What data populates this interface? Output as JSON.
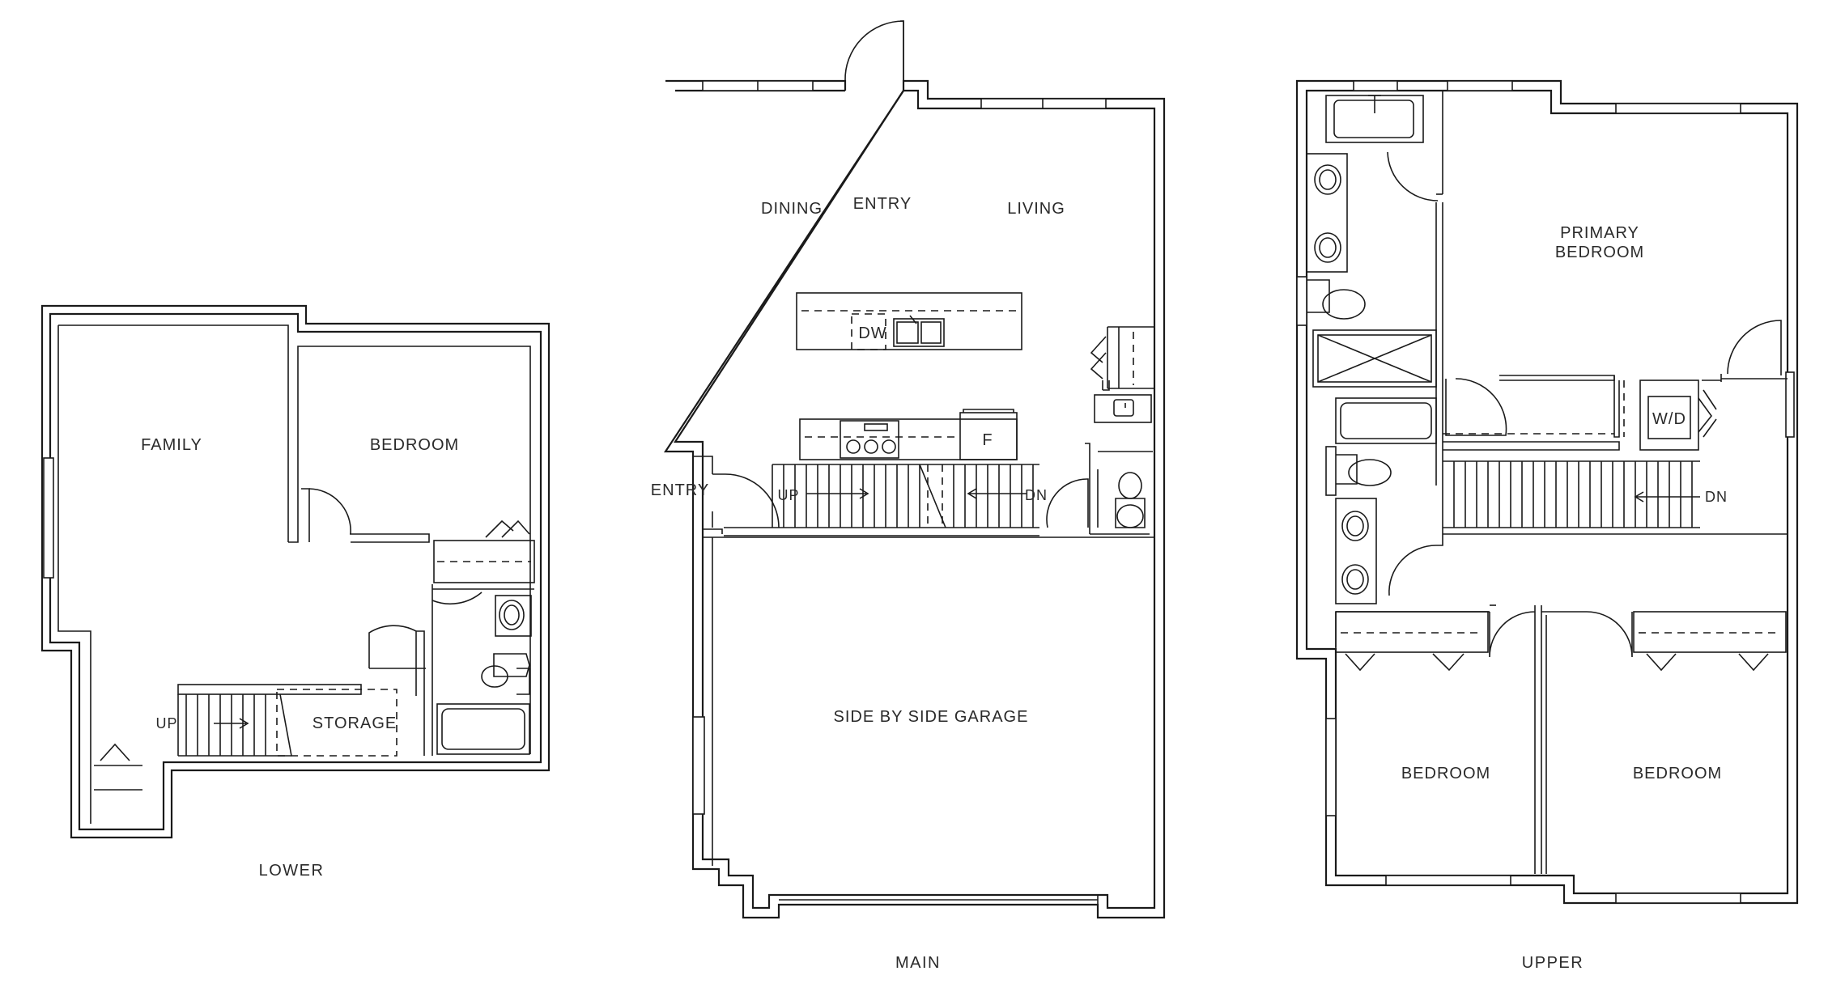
{
  "floors": {
    "lower": {
      "caption": "LOWER",
      "rooms": {
        "family": "FAMILY",
        "bedroom": "BEDROOM",
        "storage": "STORAGE"
      },
      "stair_up": "UP"
    },
    "main": {
      "caption": "MAIN",
      "rooms": {
        "entry_top": "ENTRY",
        "dining": "DINING",
        "living": "LIVING",
        "entry_side": "ENTRY",
        "garage": "SIDE BY SIDE GARAGE"
      },
      "appliances": {
        "dishwasher": "DW",
        "fridge": "F"
      },
      "stair_up": "UP",
      "stair_down": "DN"
    },
    "upper": {
      "caption": "UPPER",
      "rooms": {
        "primary_line1": "PRIMARY",
        "primary_line2": "BEDROOM",
        "bedroom_left": "BEDROOM",
        "bedroom_right": "BEDROOM"
      },
      "laundry": "W/D",
      "stair_down": "DN"
    }
  }
}
